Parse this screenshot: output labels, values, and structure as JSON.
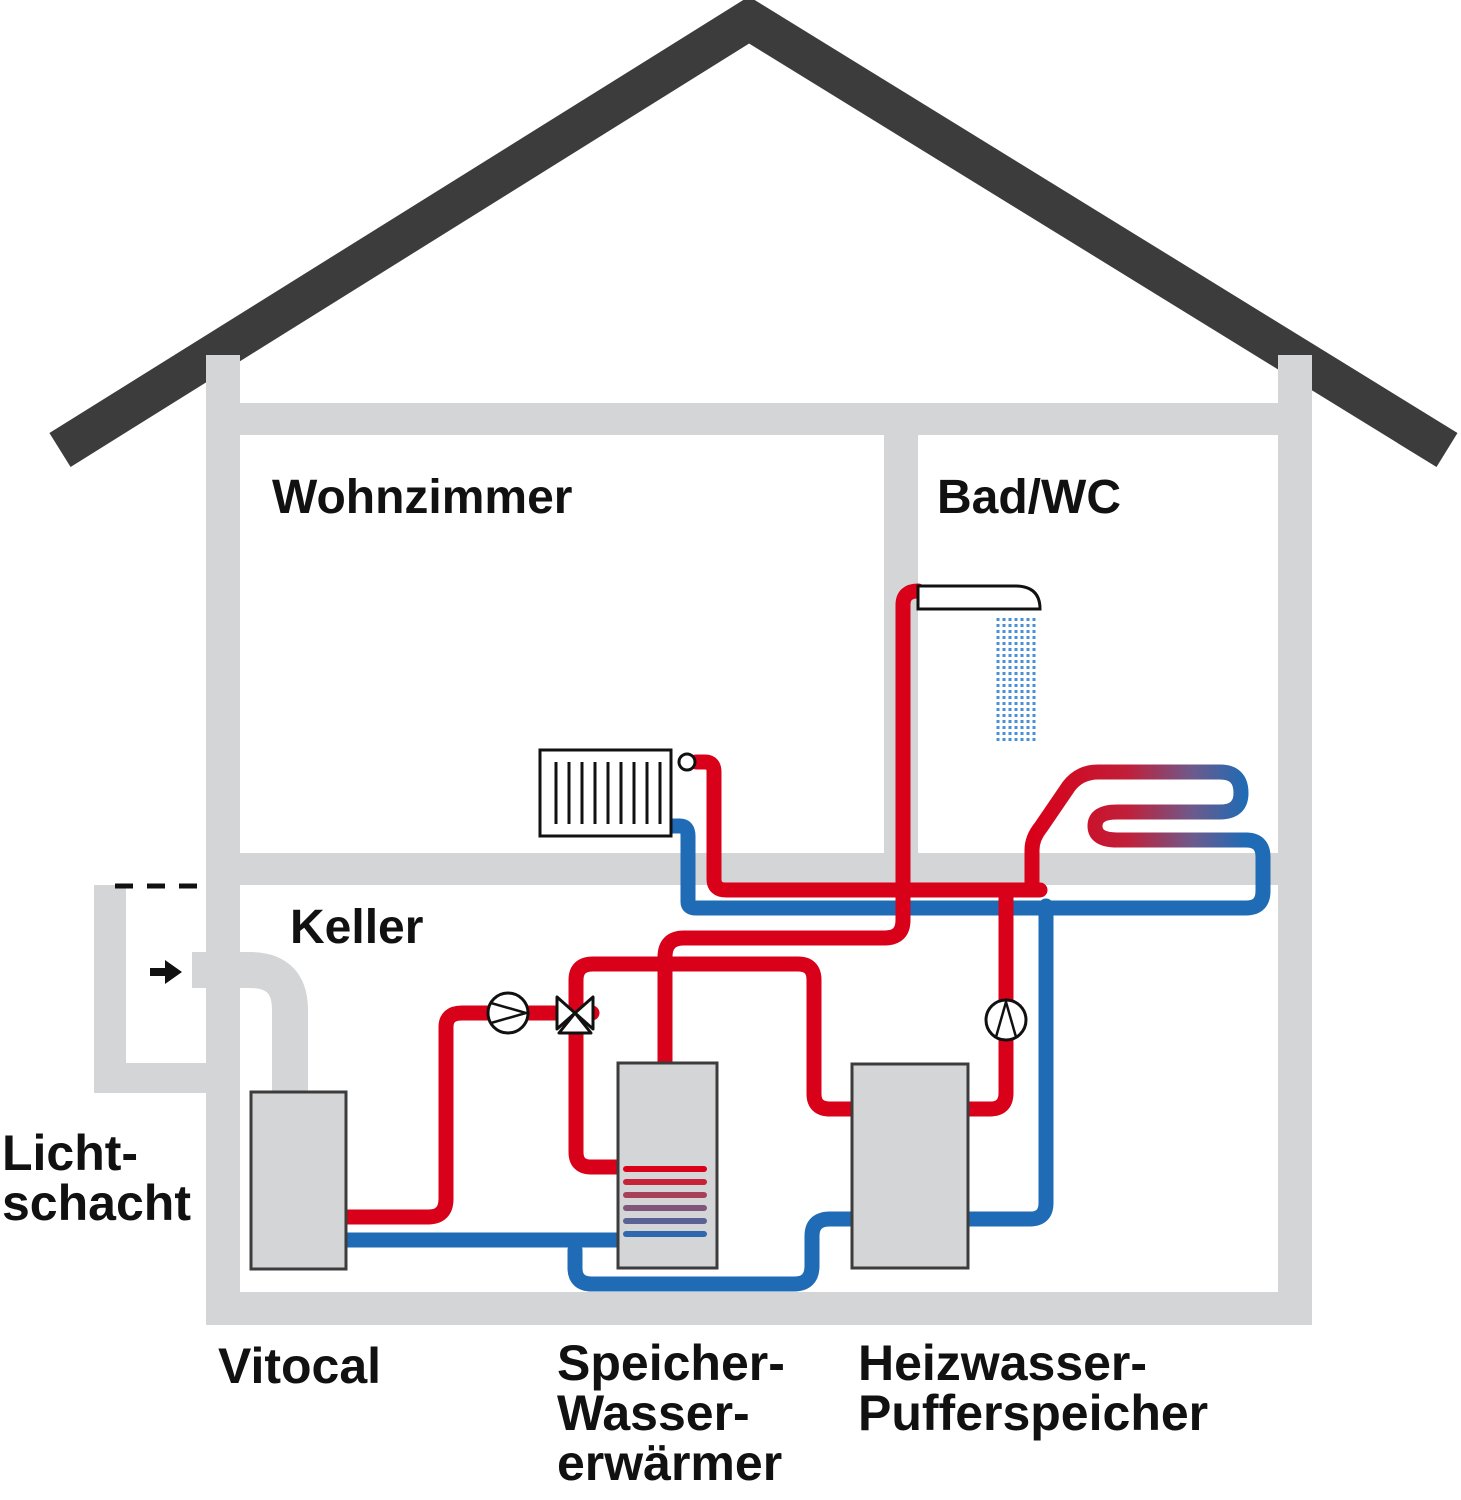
{
  "rooms": {
    "living_room": "Wohnzimmer",
    "bathroom": "Bad/WC",
    "basement": "Keller"
  },
  "components": {
    "light_well": [
      "Licht-",
      "schacht"
    ],
    "heat_pump": "Vitocal",
    "dhw_cylinder": [
      "Speicher-",
      "Wasser-",
      "erwärmer"
    ],
    "buffer_tank": [
      "Heizwasser-",
      "Pufferspeicher"
    ]
  },
  "colors": {
    "roof": "#3c3c3c",
    "wall": "#d4d5d7",
    "flow_hot": "#d90019",
    "return_cold": "#1f6bb5",
    "shower_water": "#4a90d9"
  }
}
